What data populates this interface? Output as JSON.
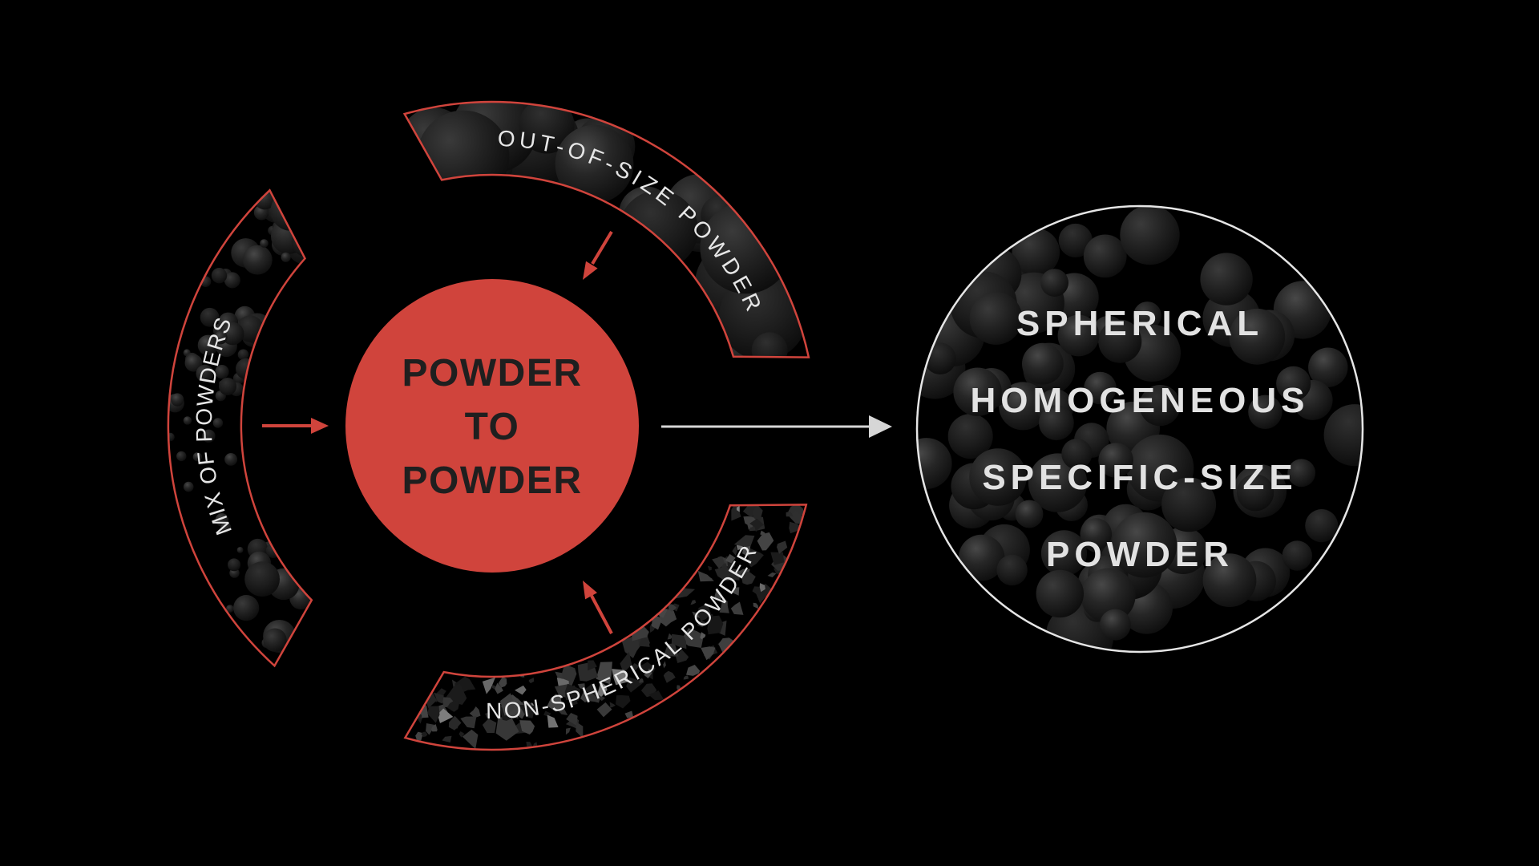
{
  "colors": {
    "background": "#000000",
    "accent_red": "#d0443c",
    "label_text": "#e6e6e6",
    "center_text": "#1f1f1f",
    "output_text": "#e2e2e2",
    "arrow_light": "#d6d6d6"
  },
  "center_node": {
    "lines": [
      "POWDER",
      "TO",
      "POWDER"
    ]
  },
  "inputs": [
    {
      "position": "left",
      "label": "MIX OF POWDERS"
    },
    {
      "position": "top",
      "label": "OUT-OF-SIZE POWDER"
    },
    {
      "position": "bottom",
      "label": "NON-SPHERICAL POWDER"
    }
  ],
  "output_node": {
    "lines": [
      "SPHERICAL",
      "HOMOGENEOUS",
      "SPECIFIC-SIZE",
      "POWDER"
    ]
  }
}
